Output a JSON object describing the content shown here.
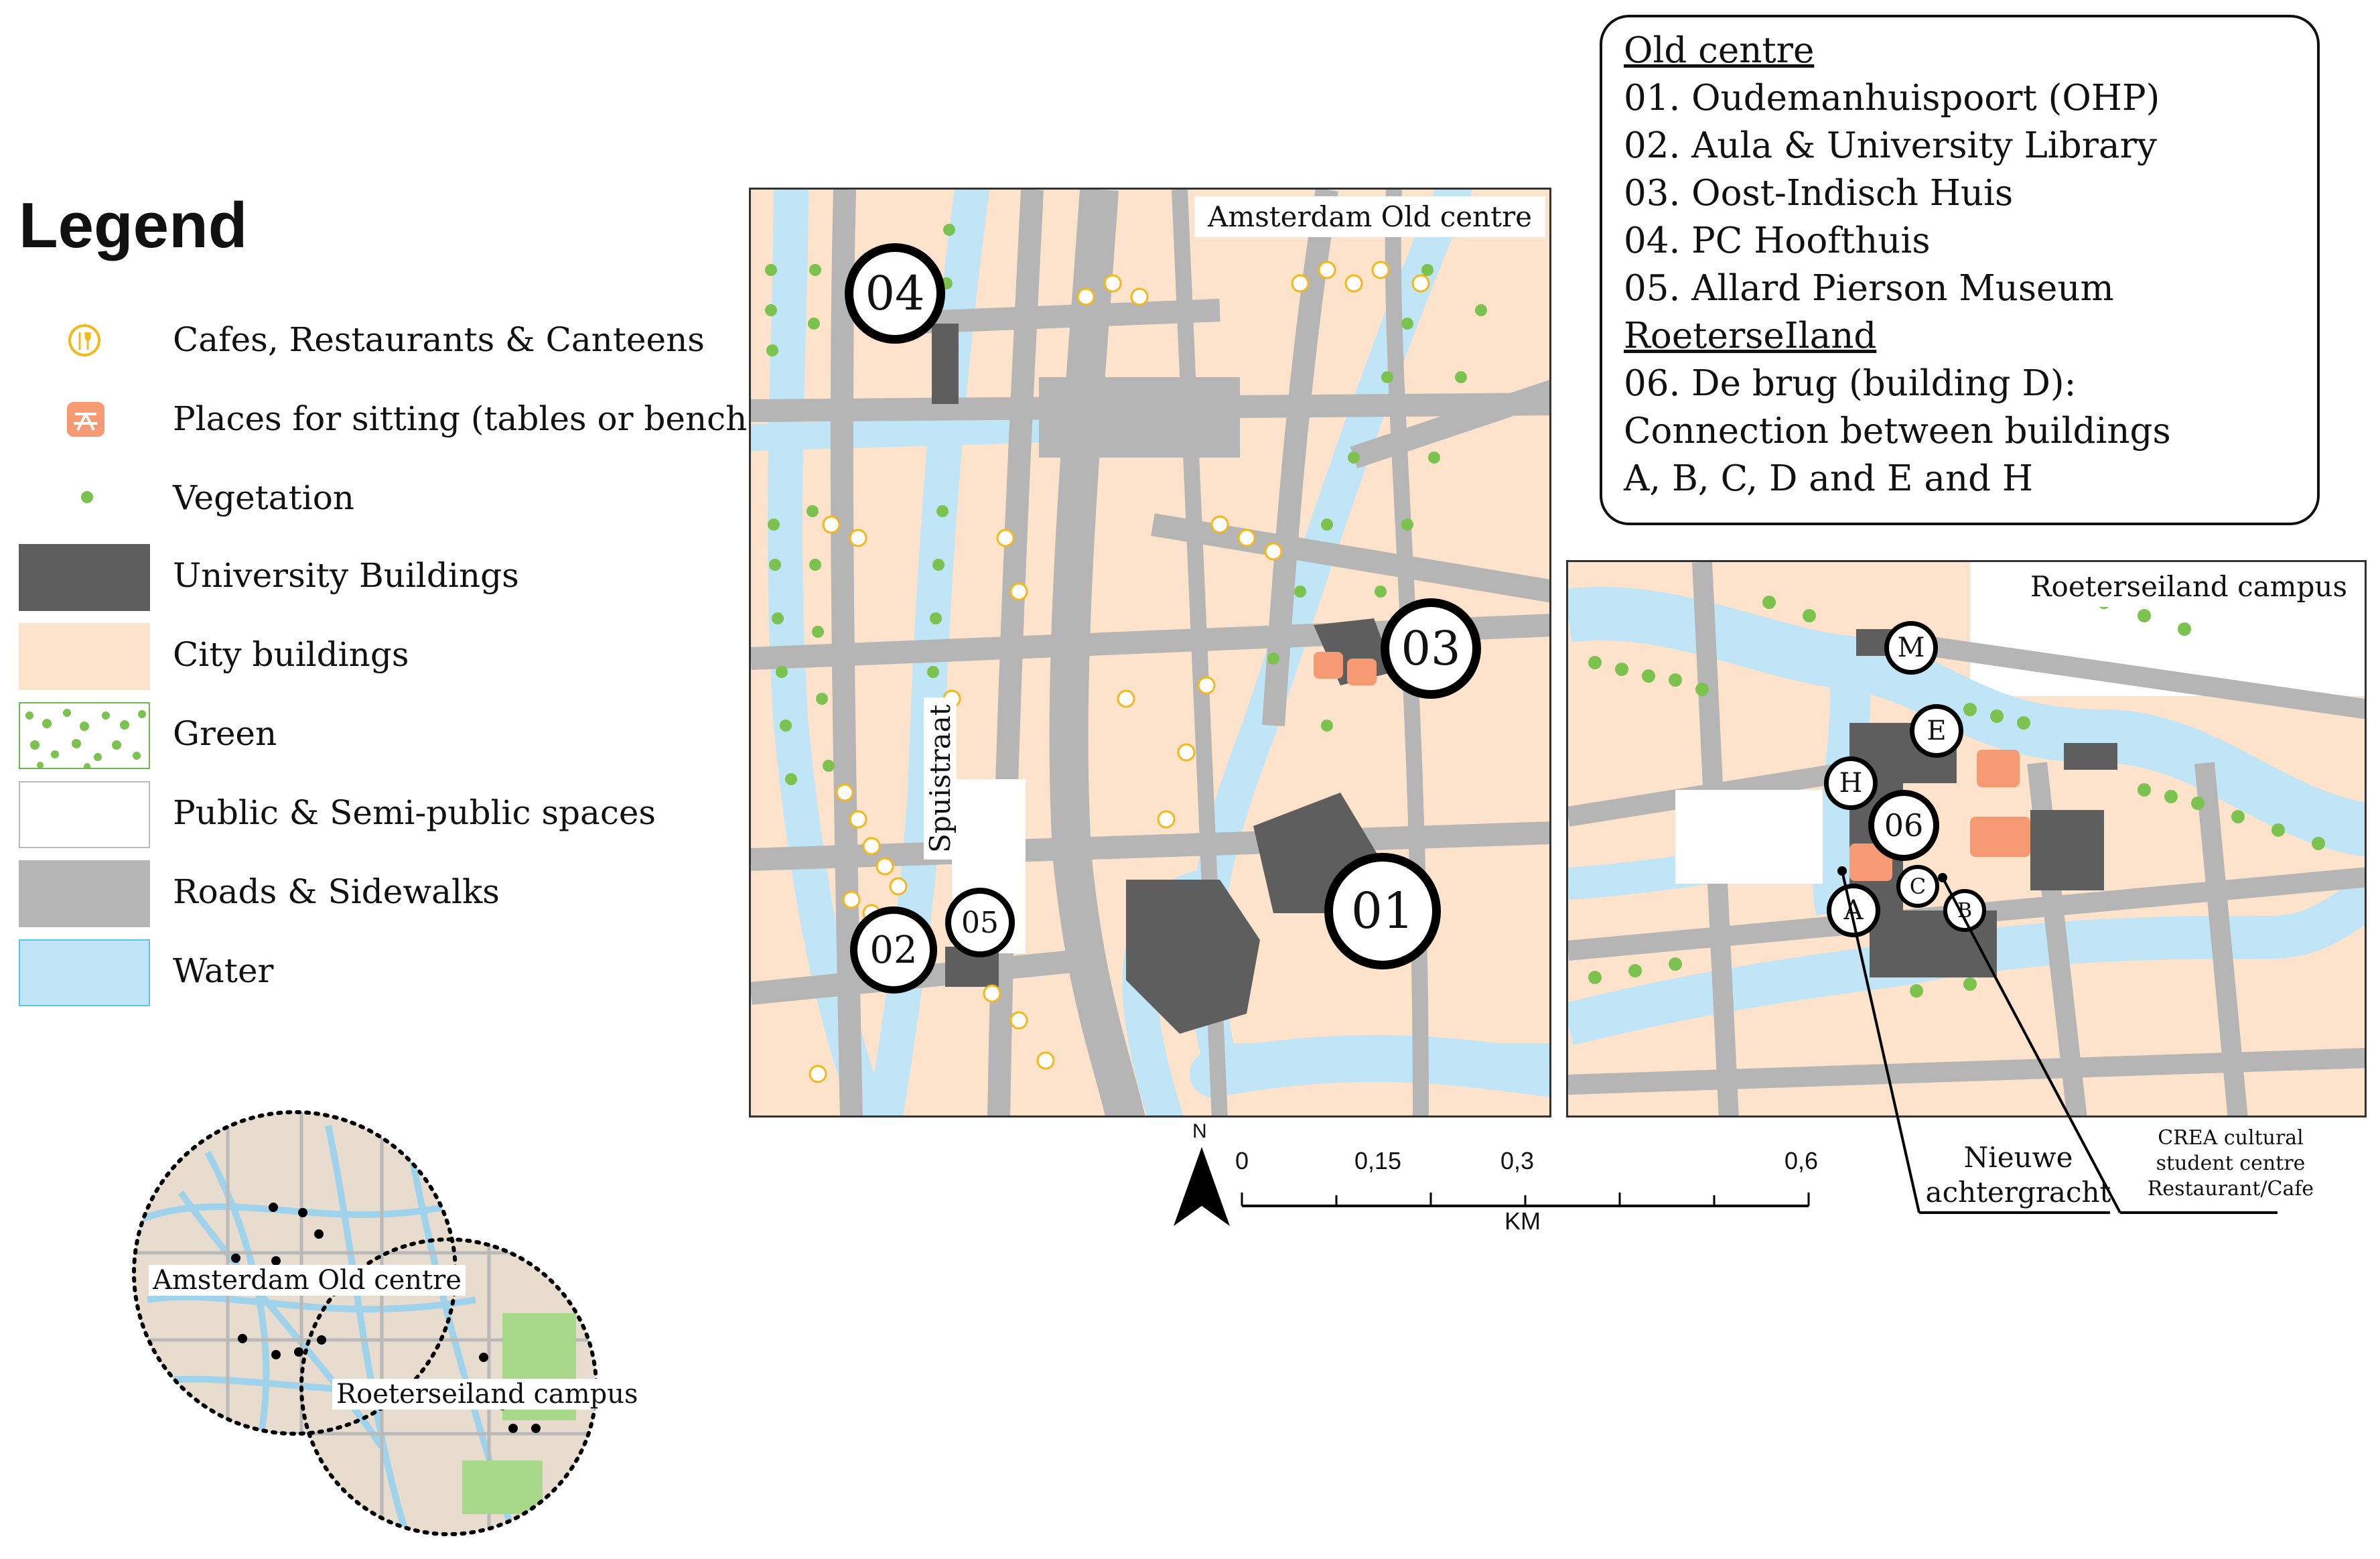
{
  "legend": {
    "title": "Legend",
    "items": [
      {
        "label": "Cafes, Restaurants & Canteens",
        "icon": "cafe-icon",
        "color": "#f5b81a"
      },
      {
        "label": "Places for sitting (tables or benches)",
        "icon": "picnic-table-icon",
        "color": "#f59a73"
      },
      {
        "label": "Vegetation",
        "icon": "vegetation-icon",
        "color": "#7cc24e"
      },
      {
        "label": "University Buildings",
        "color": "#5e5e5e"
      },
      {
        "label": "City buildings",
        "color": "#fde2cc"
      },
      {
        "label": "Green",
        "color": "#8ed36a"
      },
      {
        "label": "Public & Semi-public spaces",
        "color": "#ffffff"
      },
      {
        "label": "Roads & Sidewalks",
        "color": "#b5b5b5"
      },
      {
        "label": "Water",
        "color": "#bfe5f7"
      }
    ]
  },
  "old_centre_map": {
    "title": "Amsterdam Old centre",
    "street_label": "Spuistraat",
    "markers": [
      "04",
      "03",
      "01",
      "02",
      "05"
    ]
  },
  "campus_map": {
    "title": "Roeterseiland campus",
    "markers": [
      "M",
      "E",
      "H",
      "06",
      "C",
      "A",
      "B"
    ],
    "callout_1": [
      "Nieuwe",
      "achtergracht"
    ],
    "callout_2": [
      "CREA cultural",
      "student centre",
      "Restaurant/Cafe"
    ]
  },
  "info_box": {
    "heading_1": "Old centre",
    "lines_1": [
      "01. Oudemanhuispoort (OHP)",
      "02. Aula & University Library",
      "03. Oost-Indisch Huis",
      "04. PC Hoofthuis",
      "05. Allard Pierson Museum"
    ],
    "heading_2": "RoeterseIland",
    "lines_2": [
      "06. De brug (building D):",
      "Connection between buildings",
      "A, B, C, D and E and H"
    ]
  },
  "scale_bar": {
    "north": "N",
    "ticks": [
      "0",
      "0,15",
      "0,3",
      "0,6"
    ],
    "unit": "KM"
  },
  "overview_map": {
    "label_1": "Amsterdam Old centre",
    "label_2": "Roeterseiland campus"
  },
  "colors": {
    "city": "#fde2cc",
    "road": "#b5b5b5",
    "water": "#bfe5f7",
    "water_edge": "#5cc3e6",
    "green": "#8ed36a",
    "university": "#5e5e5e",
    "cafe": "#f5b81a",
    "sitting": "#f59a73"
  }
}
